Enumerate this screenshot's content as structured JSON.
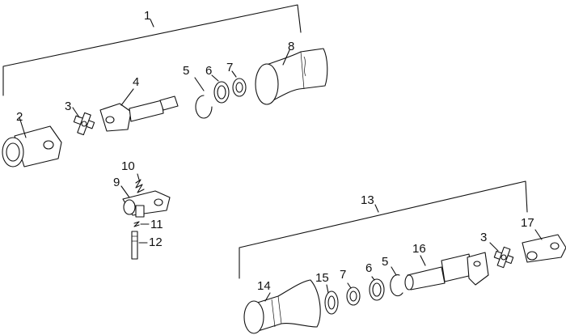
{
  "callouts": {
    "c1": "1",
    "c2": "2",
    "c3a": "3",
    "c4": "4",
    "c5a": "5",
    "c6a": "6",
    "c7a": "7",
    "c8": "8",
    "c9": "9",
    "c10": "10",
    "c11": "11",
    "c12": "12",
    "c13": "13",
    "c14": "14",
    "c15": "15",
    "c7b": "7",
    "c6b": "6",
    "c5b": "5",
    "c16": "16",
    "c3b": "3",
    "c17": "17"
  }
}
